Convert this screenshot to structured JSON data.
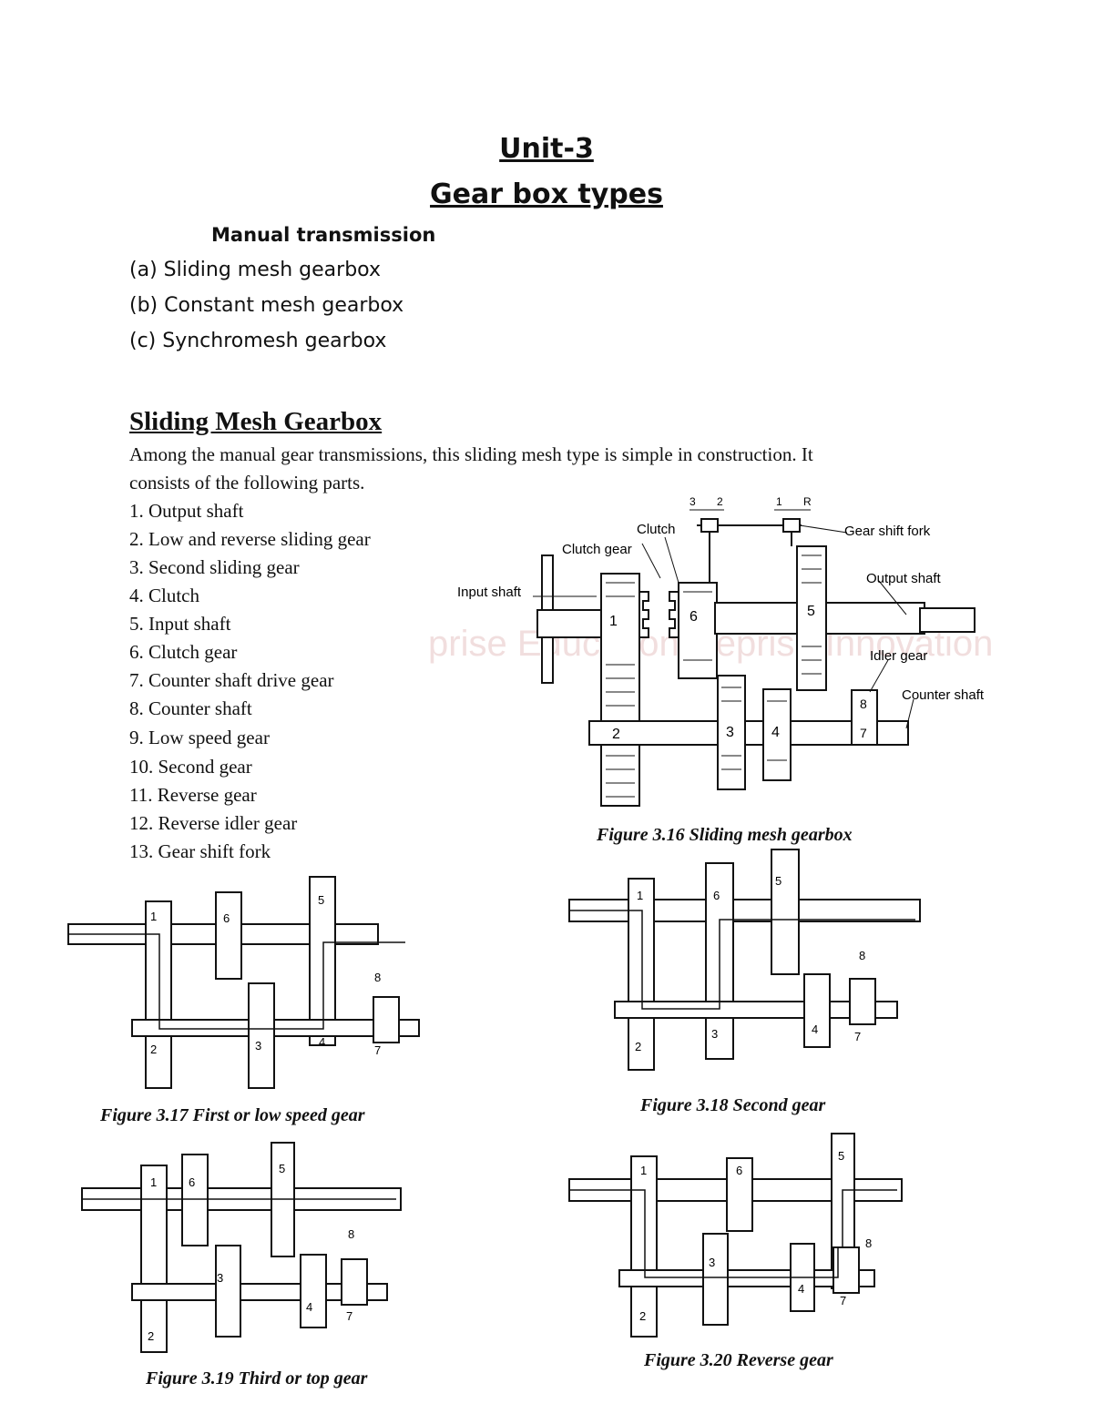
{
  "unit_title": "Unit-3",
  "doc_title": "Gear box types",
  "manual_heading": "Manual transmission",
  "types": [
    "(a) Sliding mesh gearbox",
    "(b) Constant mesh gearbox",
    "(c) Synchromesh gearbox"
  ],
  "section_title": "Sliding Mesh Gearbox",
  "intro": [
    "Among the manual gear transmissions, this sliding mesh type is simple in construction. It",
    "consists of the following parts."
  ],
  "parts": [
    "1. Output shaft",
    "2. Low and reverse sliding gear",
    "3. Second sliding gear",
    "4. Clutch",
    "5. Input shaft",
    "6. Clutch gear",
    "7. Counter shaft drive gear",
    "8. Counter shaft",
    "9. Low speed gear",
    "10. Second gear",
    "11. Reverse gear",
    "12. Reverse idler gear",
    "13. Gear shift fork"
  ],
  "fig16": {
    "caption": "Figure 3.16 Sliding mesh gearbox",
    "labels": {
      "clutch": "Clutch",
      "clutch_gear": "Clutch gear",
      "input_shaft": "Input shaft",
      "gear_shift_fork": "Gear shift fork",
      "output_shaft": "Output shaft",
      "idler_gear": "Idler gear",
      "counter_shaft": "Counter shaft"
    },
    "positions": [
      "3",
      "2",
      "1",
      "R"
    ],
    "gear_numbers": [
      "1",
      "6",
      "5",
      "2",
      "3",
      "4",
      "8",
      "7"
    ]
  },
  "fig17": {
    "caption": "Figure 3.17 First or low speed gear",
    "gear_numbers": [
      "1",
      "6",
      "5",
      "8",
      "2",
      "3",
      "4",
      "7"
    ]
  },
  "fig18": {
    "caption": "Figure 3.18 Second gear",
    "gear_numbers": [
      "1",
      "6",
      "5",
      "8",
      "2",
      "3",
      "4",
      "7"
    ]
  },
  "fig19": {
    "caption": "Figure 3.19 Third or top gear",
    "gear_numbers": [
      "1",
      "6",
      "5",
      "8",
      "3",
      "4",
      "7",
      "2"
    ]
  },
  "fig20": {
    "caption": "Figure 3.20 Reverse gear",
    "gear_numbers": [
      "1",
      "6",
      "5",
      "8",
      "3",
      "4",
      "7",
      "2"
    ]
  },
  "watermark": [
    "prise Education Reprise Innovation"
  ]
}
